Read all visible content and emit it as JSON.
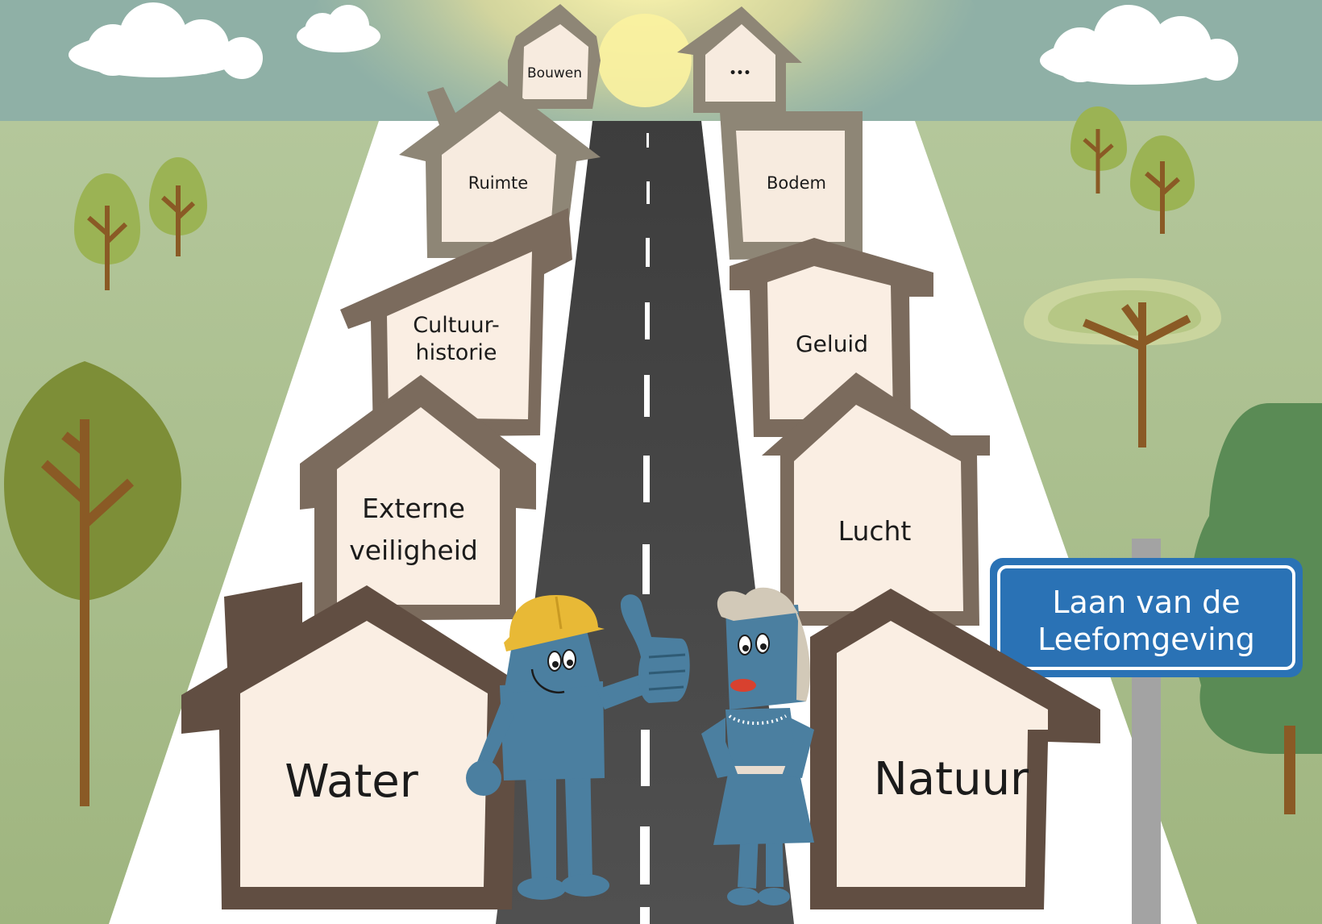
{
  "houses": {
    "bouwen": "Bouwen",
    "more": "•••",
    "ruimte": "Ruimte",
    "bodem": "Bodem",
    "cultuurhistorie": {
      "line1": "Cultuur-",
      "line2": "historie"
    },
    "geluid": "Geluid",
    "externe_veiligheid": {
      "line1": "Externe",
      "line2": "veiligheid"
    },
    "lucht": "Lucht",
    "water": "Water",
    "natuur": "Natuur"
  },
  "street_sign": {
    "line1": "Laan van de",
    "line2": "Leefomgeving"
  },
  "colors": {
    "sky": "#8fb0a6",
    "grass": "#a8b98a",
    "road": "#4a4a4a",
    "sidewalk": "#ffffff",
    "house_wall": "#faeee3",
    "house_frame_dark": "#614e42",
    "house_frame_mid": "#7b6b5d",
    "house_frame_light": "#8e8676",
    "character_blue": "#4b7fa0",
    "helmet": "#e8b936",
    "sign_blue": "#2a72b5"
  }
}
